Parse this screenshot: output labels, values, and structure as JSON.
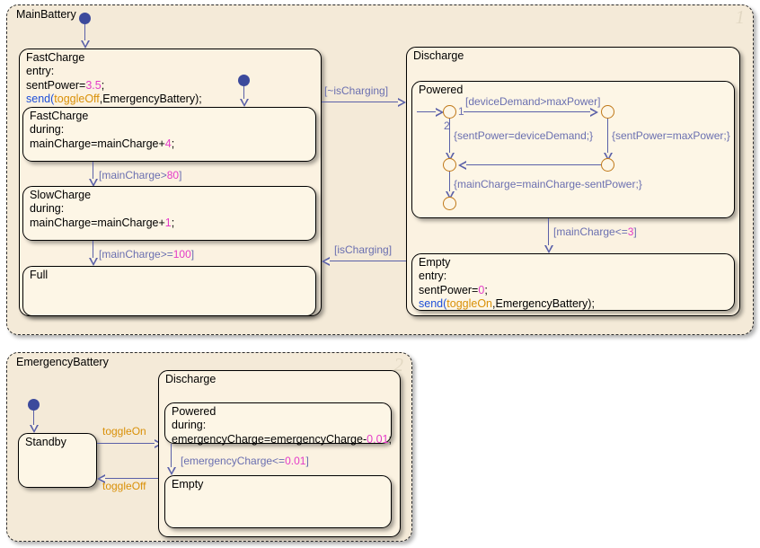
{
  "charts": [
    {
      "name": "MainBattery",
      "number": "1",
      "states": {
        "fast_charge_super": {
          "label": "FastCharge",
          "body": [
            "entry:",
            "sentPower=3.5;",
            "send(toggleOff,EmergencyBattery);"
          ]
        },
        "fast_charge": {
          "label": "FastCharge",
          "body": [
            "during:",
            "mainCharge=mainCharge+4;"
          ]
        },
        "slow_charge": {
          "label": "SlowCharge",
          "body": [
            "during:",
            "mainCharge=mainCharge+1;"
          ]
        },
        "full": {
          "label": "Full",
          "body": []
        },
        "discharge": {
          "label": "Discharge",
          "body": []
        },
        "powered": {
          "label": "Powered",
          "body": []
        },
        "empty": {
          "label": "Empty",
          "body": [
            "entry:",
            "sentPower=0;",
            "send(toggleOn,EmergencyBattery);"
          ]
        }
      },
      "transitions": {
        "fast_to_slow": "[mainCharge>80]",
        "slow_to_full": "[mainCharge>=100]",
        "charge_to_discharge": "[~isCharging]",
        "discharge_to_charge": "[isCharging]",
        "powered_to_empty": "[mainCharge<=3]",
        "j1_to_j2": "[deviceDemand>maxPower]",
        "j1_to_j3": "{sentPower=deviceDemand;}",
        "j2_to_j4": "{sentPower=maxPower;}",
        "j3_to_out": "{mainCharge=mainCharge-sentPower;}",
        "order_1": "1",
        "order_2": "2"
      }
    },
    {
      "name": "EmergencyBattery",
      "number": "2",
      "states": {
        "standby": {
          "label": "Standby",
          "body": []
        },
        "discharge": {
          "label": "Discharge",
          "body": []
        },
        "powered": {
          "label": "Powered",
          "body": [
            "during:",
            "emergencyCharge=emergencyCharge-0.01;"
          ]
        },
        "empty": {
          "label": "Empty",
          "body": []
        }
      },
      "transitions": {
        "standby_to_discharge": "toggleOn",
        "discharge_to_standby": "toggleOff",
        "powered_to_empty": "[emergencyCharge<=0.01]"
      }
    }
  ],
  "colors": {
    "chart_background": "#f4ead8",
    "state_background": "#fdf6e6",
    "state_border": "#000000",
    "transition": "#5a60a8",
    "transition_text": "#6a6fb0",
    "event_text": "#d99008",
    "number_literal": "#e43bc8",
    "keyword": "#1f4fd8",
    "junction_border": "#c07818",
    "default_dot": "#3c4a9c"
  }
}
